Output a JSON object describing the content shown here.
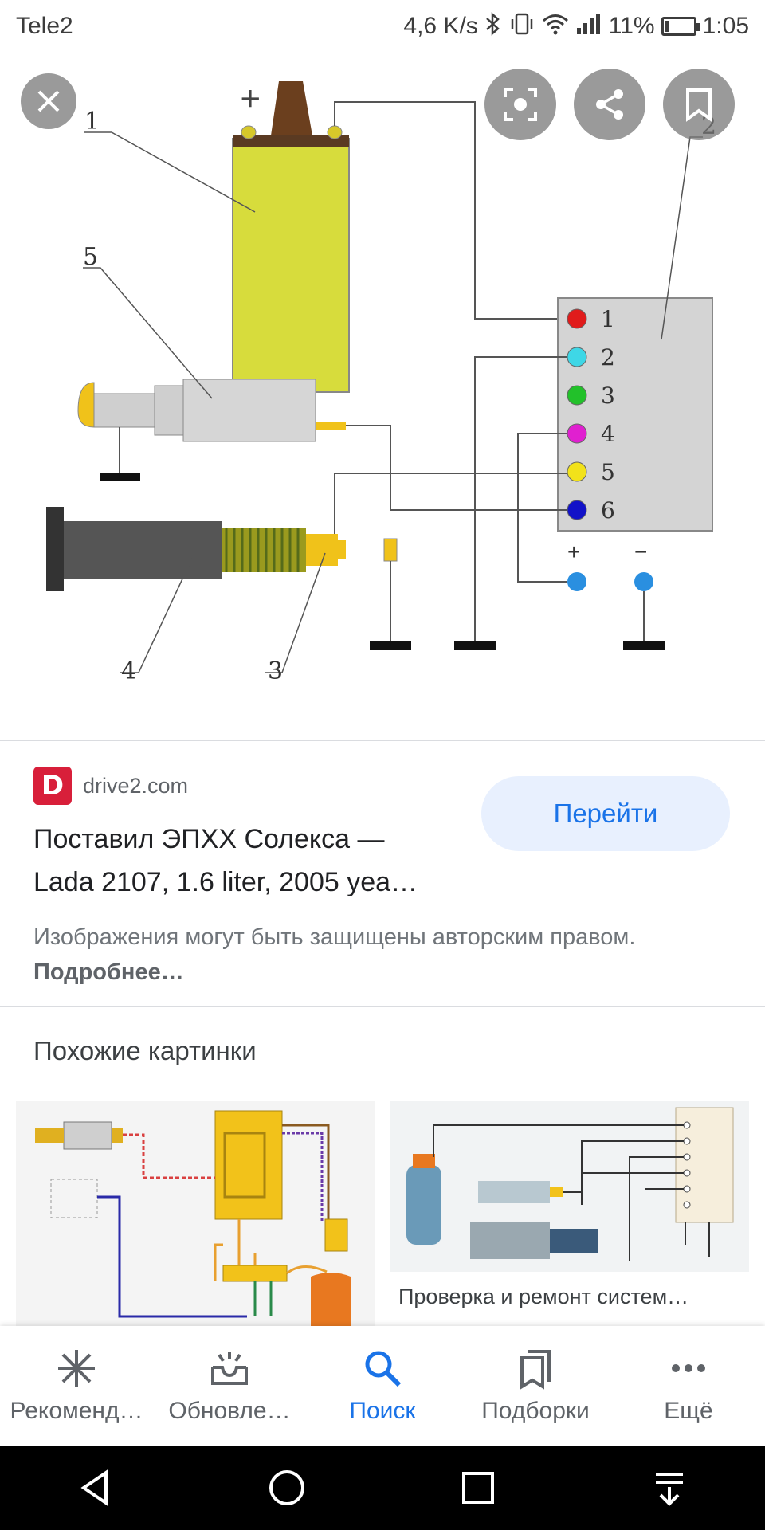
{
  "status": {
    "carrier": "Tele2",
    "speed": "4,6 K/s",
    "battery": "11%",
    "battery_level": 0.11,
    "time": "1:05"
  },
  "diagram": {
    "labels": [
      "1",
      "2",
      "3",
      "4",
      "5"
    ],
    "pins": [
      "1",
      "2",
      "3",
      "4",
      "5",
      "6"
    ],
    "pin_colors": [
      "#e01b1b",
      "#3ed7e6",
      "#22c12a",
      "#e020d0",
      "#f2e21a",
      "#1212c8"
    ],
    "plus": "+",
    "minus": "−"
  },
  "result": {
    "favicon_letter": "D",
    "domain": "drive2.com",
    "title_line1": "Поставил ЭПХХ Солекса —",
    "title_line2": "Lada 2107, 1.6 liter, 2005 yea…",
    "visit_label": "Перейти",
    "copyright_text": "Изображения могут быть защищены авторским правом.",
    "copyright_more": "Подробнее…"
  },
  "similar": {
    "heading": "Похожие картинки",
    "caption_right": "Проверка и ремонт систем…"
  },
  "bottom_nav": [
    {
      "label": "Рекоменд…",
      "icon": "asterisk-icon"
    },
    {
      "label": "Обновле…",
      "icon": "updates-tray-icon"
    },
    {
      "label": "Поиск",
      "icon": "search-icon",
      "active": true
    },
    {
      "label": "Подборки",
      "icon": "collections-icon"
    },
    {
      "label": "Ещё",
      "icon": "more-dots-icon"
    }
  ],
  "colors": {
    "accent": "#1a73e8",
    "coil_body": "#d7dc3c",
    "brand_red": "#d81f3a"
  }
}
